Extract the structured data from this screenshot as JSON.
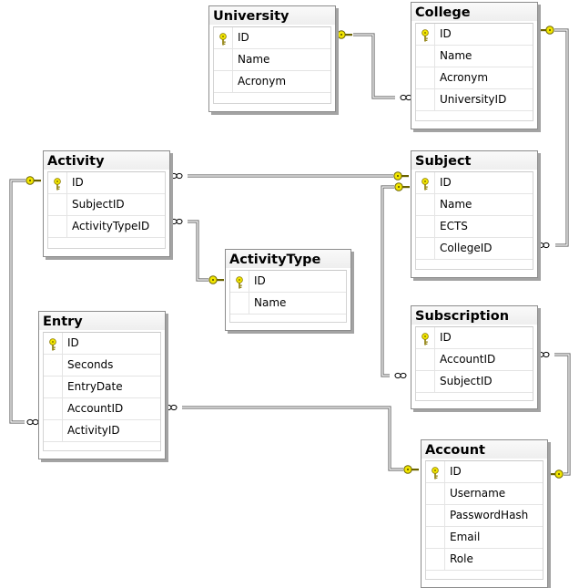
{
  "tables": [
    {
      "key": "university",
      "title": "University",
      "columns": [
        {
          "name": "ID",
          "pk": true
        },
        {
          "name": "Name"
        },
        {
          "name": "Acronym"
        }
      ]
    },
    {
      "key": "college",
      "title": "College",
      "columns": [
        {
          "name": "ID",
          "pk": true
        },
        {
          "name": "Name"
        },
        {
          "name": "Acronym"
        },
        {
          "name": "UniversityID"
        }
      ]
    },
    {
      "key": "activity",
      "title": "Activity",
      "columns": [
        {
          "name": "ID",
          "pk": true
        },
        {
          "name": "SubjectID"
        },
        {
          "name": "ActivityTypeID"
        }
      ]
    },
    {
      "key": "subject",
      "title": "Subject",
      "columns": [
        {
          "name": "ID",
          "pk": true
        },
        {
          "name": "Name"
        },
        {
          "name": "ECTS"
        },
        {
          "name": "CollegeID"
        }
      ]
    },
    {
      "key": "activitytype",
      "title": "ActivityType",
      "columns": [
        {
          "name": "ID",
          "pk": true
        },
        {
          "name": "Name"
        }
      ]
    },
    {
      "key": "entry",
      "title": "Entry",
      "columns": [
        {
          "name": "ID",
          "pk": true
        },
        {
          "name": "Seconds"
        },
        {
          "name": "EntryDate"
        },
        {
          "name": "AccountID"
        },
        {
          "name": "ActivityID"
        }
      ]
    },
    {
      "key": "subscription",
      "title": "Subscription",
      "columns": [
        {
          "name": "ID",
          "pk": true
        },
        {
          "name": "AccountID"
        },
        {
          "name": "SubjectID"
        }
      ]
    },
    {
      "key": "account",
      "title": "Account",
      "columns": [
        {
          "name": "ID",
          "pk": true
        },
        {
          "name": "Username"
        },
        {
          "name": "PasswordHash"
        },
        {
          "name": "Email"
        },
        {
          "name": "Role"
        }
      ]
    }
  ],
  "relationships": [
    {
      "from": "college.UniversityID",
      "to": "university.ID"
    },
    {
      "from": "subject.CollegeID",
      "to": "college.ID"
    },
    {
      "from": "activity.SubjectID",
      "to": "subject.ID"
    },
    {
      "from": "activity.ActivityTypeID",
      "to": "activitytype.ID"
    },
    {
      "from": "entry.ActivityID",
      "to": "activity.ID"
    },
    {
      "from": "entry.AccountID",
      "to": "account.ID"
    },
    {
      "from": "subscription.SubjectID",
      "to": "subject.ID"
    },
    {
      "from": "subscription.AccountID",
      "to": "account.ID"
    }
  ],
  "colors": {
    "key": "#f2e600",
    "line": "#6a6a6a"
  }
}
